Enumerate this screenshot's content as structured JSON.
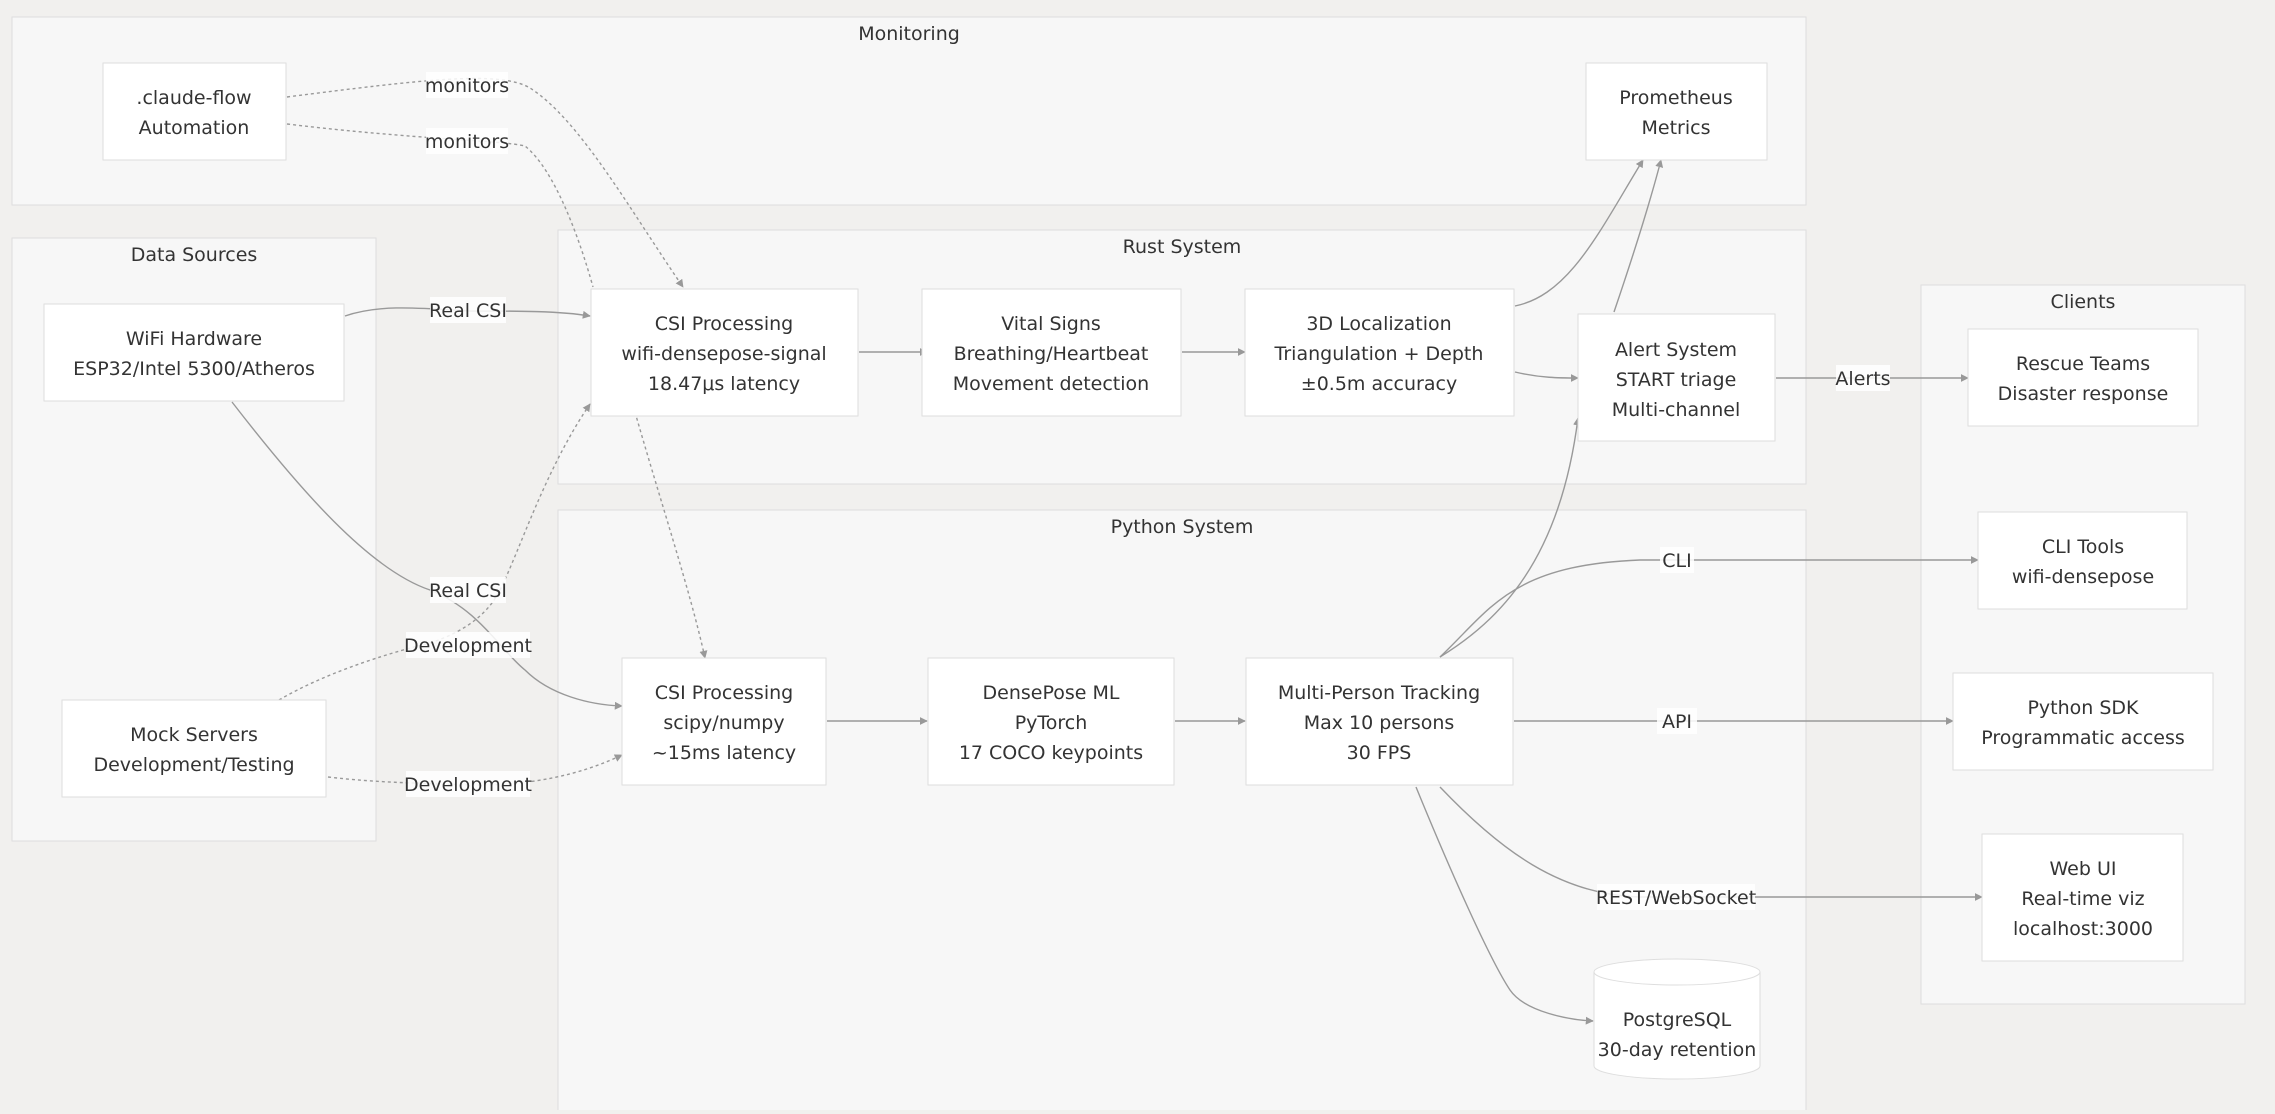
{
  "colors": {
    "canvas": "#f1f0ee",
    "cluster_fill": "#f7f7f7",
    "cluster_stroke": "#dddddd",
    "node_fill": "#ffffff",
    "node_stroke": "#dedede",
    "edge": "#999999",
    "text": "#333333"
  },
  "clusters": {
    "monitoring": "Monitoring",
    "data_sources": "Data Sources",
    "rust_system": "Rust System",
    "python_system": "Python System",
    "clients": "Clients"
  },
  "nodes": {
    "claude_flow": [
      ".claude-flow",
      "Automation"
    ],
    "prometheus": [
      "Prometheus",
      "Metrics"
    ],
    "wifi_hw": [
      "WiFi Hardware",
      "ESP32/Intel 5300/Atheros"
    ],
    "mock_servers": [
      "Mock Servers",
      "Development/Testing"
    ],
    "rust_csi": [
      "CSI Processing",
      "wifi-densepose-signal",
      "18.47μs latency"
    ],
    "vital_signs": [
      "Vital Signs",
      "Breathing/Heartbeat",
      "Movement detection"
    ],
    "localization": [
      "3D Localization",
      "Triangulation + Depth",
      "±0.5m accuracy"
    ],
    "alert_system": [
      "Alert System",
      "START triage",
      "Multi-channel"
    ],
    "py_csi": [
      "CSI Processing",
      "scipy/numpy",
      "~15ms latency"
    ],
    "densepose": [
      "DensePose ML",
      "PyTorch",
      "17 COCO keypoints"
    ],
    "tracking": [
      "Multi-Person Tracking",
      "Max 10 persons",
      "30 FPS"
    ],
    "postgres": [
      "PostgreSQL",
      "30-day retention"
    ],
    "rescue": [
      "Rescue Teams",
      "Disaster response"
    ],
    "cli_tools": [
      "CLI Tools",
      "wifi-densepose"
    ],
    "python_sdk": [
      "Python SDK",
      "Programmatic access"
    ],
    "web_ui": [
      "Web UI",
      "Real-time viz",
      "localhost:3000"
    ]
  },
  "edge_labels": {
    "monitors_1": "monitors",
    "monitors_2": "monitors",
    "real_csi_1": "Real CSI",
    "real_csi_2": "Real CSI",
    "development_1": "Development",
    "development_2": "Development",
    "alerts": "Alerts",
    "cli": "CLI",
    "api": "API",
    "rest_ws": "REST/WebSocket"
  }
}
